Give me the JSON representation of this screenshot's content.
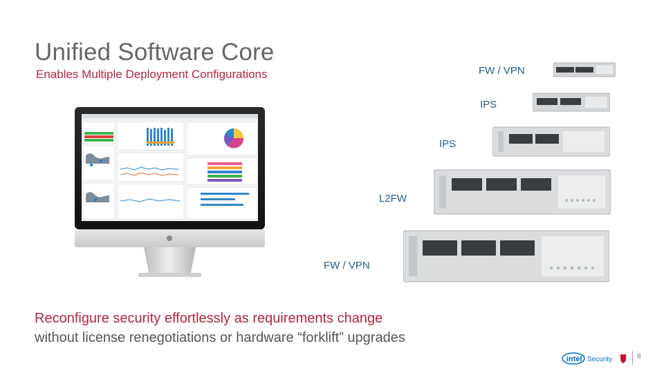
{
  "slide": {
    "title": "Unified Software Core",
    "subtitle": "Enables Multiple Deployment Configurations",
    "caption_main": "Reconfigure security effortlessly as requirements change",
    "caption_sub": "without license renegotiations or hardware “forklift” upgrades",
    "page_number": "8"
  },
  "devices": [
    {
      "label": "FW / VPN"
    },
    {
      "label": "IPS"
    },
    {
      "label": "IPS"
    },
    {
      "label": "L2FW"
    },
    {
      "label": "FW / VPN"
    }
  ],
  "logo": {
    "brand": "intel",
    "product": "Security",
    "icon": "shield-icon"
  },
  "colors": {
    "accent": "#b3263f",
    "title": "#666666",
    "label": "#1f5e8f",
    "brand_blue": "#0071c5"
  }
}
